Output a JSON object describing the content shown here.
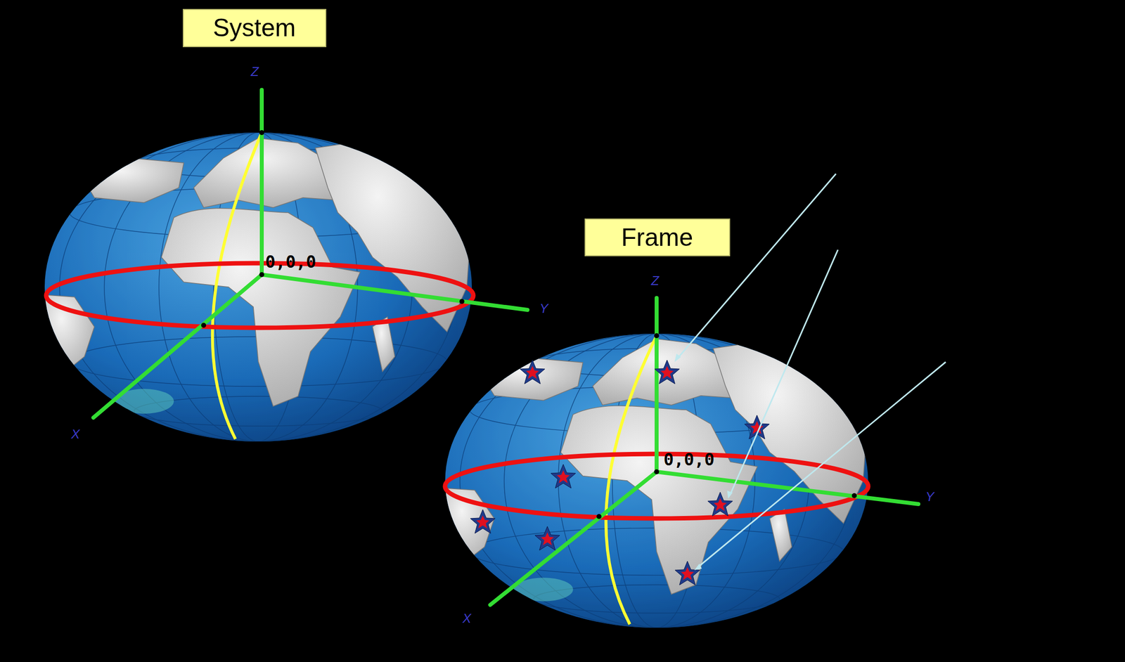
{
  "diagram": {
    "nodes": [
      {
        "text": [
          "System"
        ]
      },
      {
        "text": [
          "Frame"
        ]
      }
    ],
    "labels": [
      "0,0,0",
      "Z",
      "Y",
      "X",
      "0,0,0",
      "Z",
      "Y",
      "X"
    ]
  }
}
